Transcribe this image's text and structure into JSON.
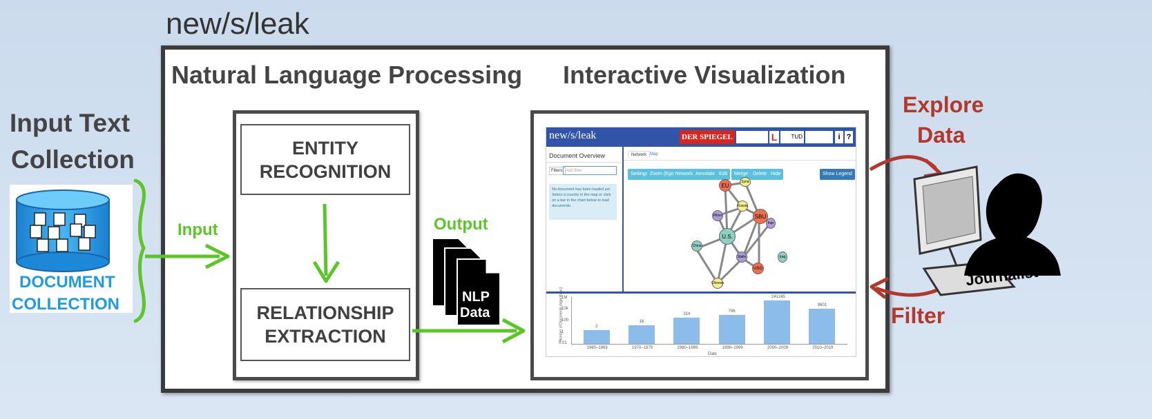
{
  "colors": {
    "arrow_green": "#5cc52a",
    "accent_red": "#b3382c",
    "db_blue": "#1f9be0",
    "app_header": "#3154a8",
    "app_button": "#5bc0de",
    "bar_fill": "#8cbcea"
  },
  "title": "new/s/leak",
  "heading_nlp": "Natural Language Processing",
  "heading_vis": "Interactive Visualization",
  "input_collection": {
    "line1": "Input Text",
    "line2": "Collection",
    "db_line1": "DOCUMENT",
    "db_line2": "COLLECTION",
    "icon": "database-icon"
  },
  "labels": {
    "input": "Input",
    "output": "Output",
    "nlp_data_line1": "NLP",
    "nlp_data_line2": "Data",
    "explore_line1": "Explore",
    "explore_line2": "Data",
    "filter": "Filter",
    "journalist": "Journalist"
  },
  "boxes": {
    "entity_line1": "ENTITY",
    "entity_line2": "RECOGNITION",
    "relation_line1": "RELATIONSHIP",
    "relation_line2": "EXTRACTION"
  },
  "app": {
    "brand": "new/s/leak",
    "logo_spiegel": "DER SPIEGEL",
    "logo_tud": "TUD",
    "info_icon": "i",
    "help_icon": "?",
    "panel_title": "Document Overview",
    "filters_label": "Filters:",
    "filter_placeholder": "Add filter",
    "notice": "No document has been loaded yet. Select a country in the map or click on a bar in the chart below to load documents.",
    "tabs": [
      "Network",
      "Map"
    ],
    "toolbar": [
      "Settings",
      "Zoom (Ego Network)",
      "Annotate",
      "Edit",
      "Merge",
      "Delete",
      "Hide"
    ],
    "legend_button": "Show Legend",
    "entities": [
      "EU",
      "Syria",
      "Russia",
      "Pfizer",
      "SBU",
      "Iran",
      "U.S.",
      "China",
      "Stalin",
      "USG",
      "Iraq",
      "Chinese"
    ],
    "chart_ylabel": "Number of Documents (logarithmic)",
    "chart_xlabel": "Date",
    "chart_yticks": [
      "1M",
      "10k",
      "100",
      "1",
      "0.01"
    ]
  },
  "chart_data": {
    "type": "bar",
    "categories": [
      "1960–1969",
      "1970–1979",
      "1980–1989",
      "1990–1999",
      "2000–2009",
      "2010–2019"
    ],
    "values": [
      2,
      16,
      314,
      796,
      241245,
      9801
    ],
    "ylabel": "Number of Documents (logarithmic)",
    "xlabel": "Date",
    "yscale": "log",
    "ylim": [
      0.01,
      1000000
    ]
  }
}
